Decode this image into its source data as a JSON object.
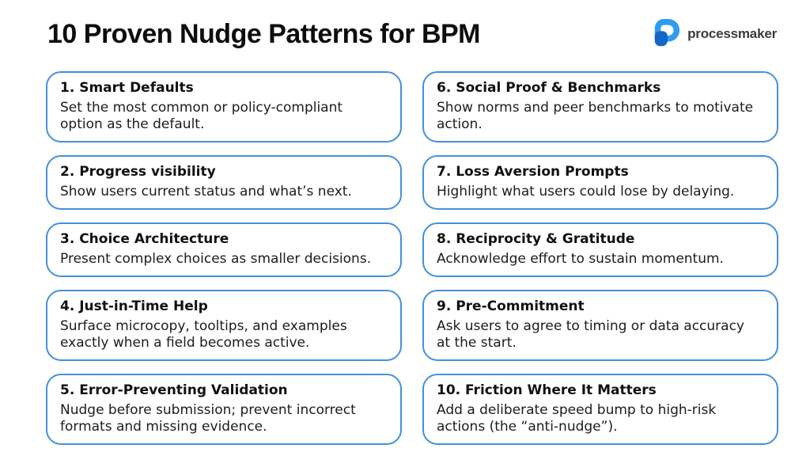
{
  "header": {
    "title": "10 Proven Nudge Patterns for BPM",
    "brand": {
      "name": "processmaker",
      "icon": "processmaker-p-icon"
    }
  },
  "colors": {
    "background": "#ffffff",
    "card_border": "#4490de",
    "title_text": "#0d0d0d",
    "card_title_text": "#111111",
    "card_body_text": "#1c1c1c",
    "logo_blue_light": "#2f9cf0",
    "logo_blue_dark": "#1566c9",
    "logo_text": "#3b3b3b"
  },
  "cards": [
    {
      "title": "1. Smart Defaults",
      "description": "Set the most common or policy-compliant option as the default."
    },
    {
      "title": "2. Progress visibility",
      "description": "Show users current status and what’s next."
    },
    {
      "title": "3. Choice Architecture",
      "description": "Present complex choices as smaller decisions."
    },
    {
      "title": "4. Just-in-Time Help",
      "description": "Surface microcopy, tooltips, and examples exactly when a field becomes active."
    },
    {
      "title": "5. Error-Preventing Validation",
      "description": "Nudge before submission; prevent incorrect formats and missing evidence."
    },
    {
      "title": "6. Social Proof & Benchmarks",
      "description": "Show norms and peer benchmarks to motivate action."
    },
    {
      "title": "7. Loss Aversion Prompts",
      "description": "Highlight what users could lose by delaying."
    },
    {
      "title": "8. Reciprocity & Gratitude",
      "description": "Acknowledge effort to sustain momentum."
    },
    {
      "title": "9. Pre-Commitment",
      "description": "Ask users to agree to timing or data accuracy at the start."
    },
    {
      "title": "10. Friction Where It Matters",
      "description": "Add a deliberate speed bump to high-risk actions (the “anti-nudge”)."
    }
  ]
}
